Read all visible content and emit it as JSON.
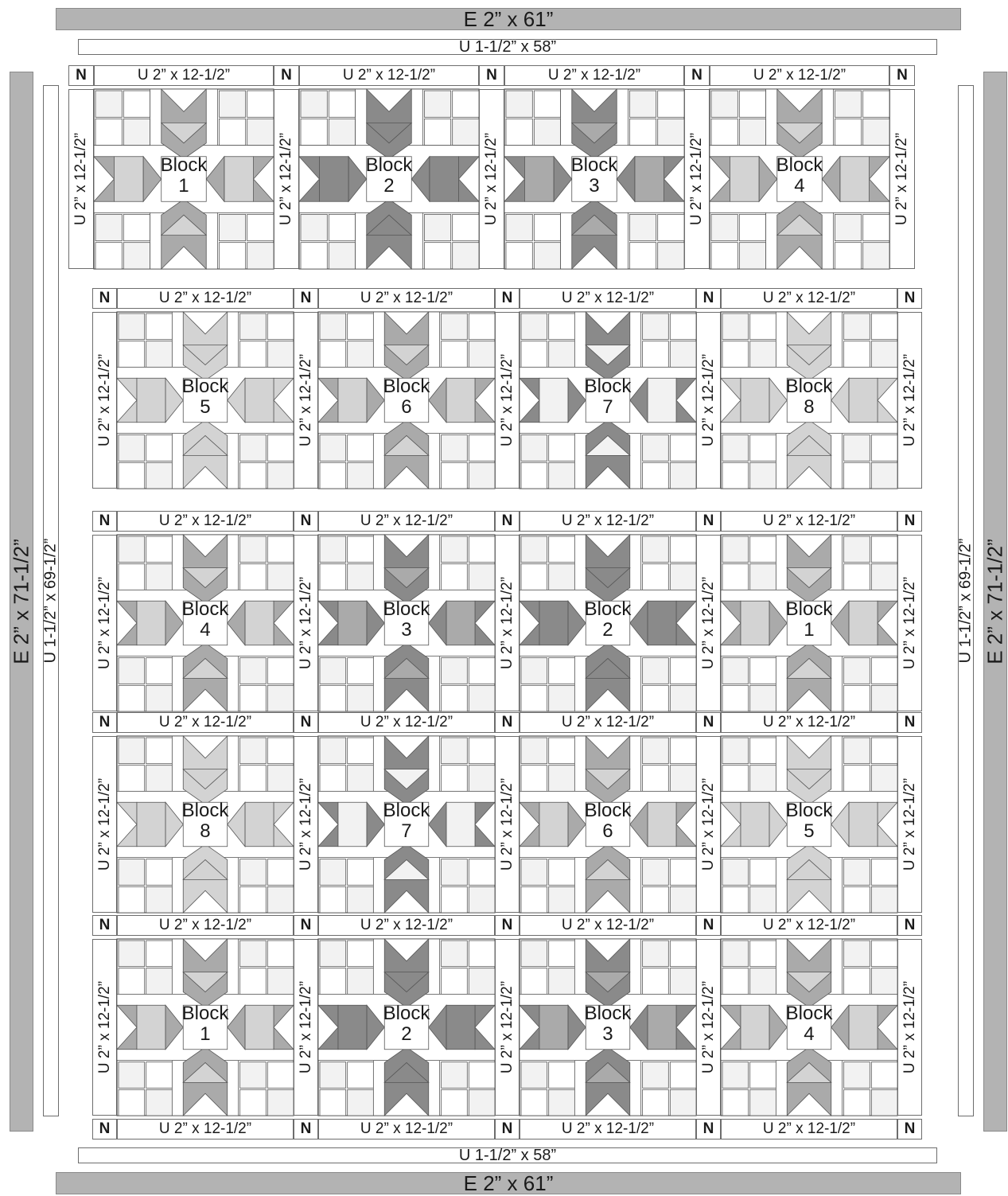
{
  "borders": {
    "e_horizontal": "E  2” x 61”",
    "e_vertical": "E  2” x 71-1/2”",
    "u_horizontal": "U  1-1/2” x 58”",
    "u_vertical": "U  1-1/2” x 69-1/2”"
  },
  "sashing": {
    "strip_label": "U  2” x 12-1/2”",
    "cornerstone_label": "N"
  },
  "block_word": "Block",
  "rows": [
    [
      1,
      2,
      3,
      4
    ],
    [
      5,
      6,
      7,
      8
    ],
    [
      4,
      3,
      2,
      1
    ],
    [
      8,
      7,
      6,
      5
    ],
    [
      1,
      2,
      3,
      4
    ]
  ],
  "colors": {
    "border_fill": "#b3b3b3",
    "light_fabric": "#d3d3d3",
    "medium_fabric": "#aaaaaa",
    "dark_fabric": "#8a8a8a",
    "background_fabric": "#f2f2f2",
    "outline": "#555555"
  }
}
